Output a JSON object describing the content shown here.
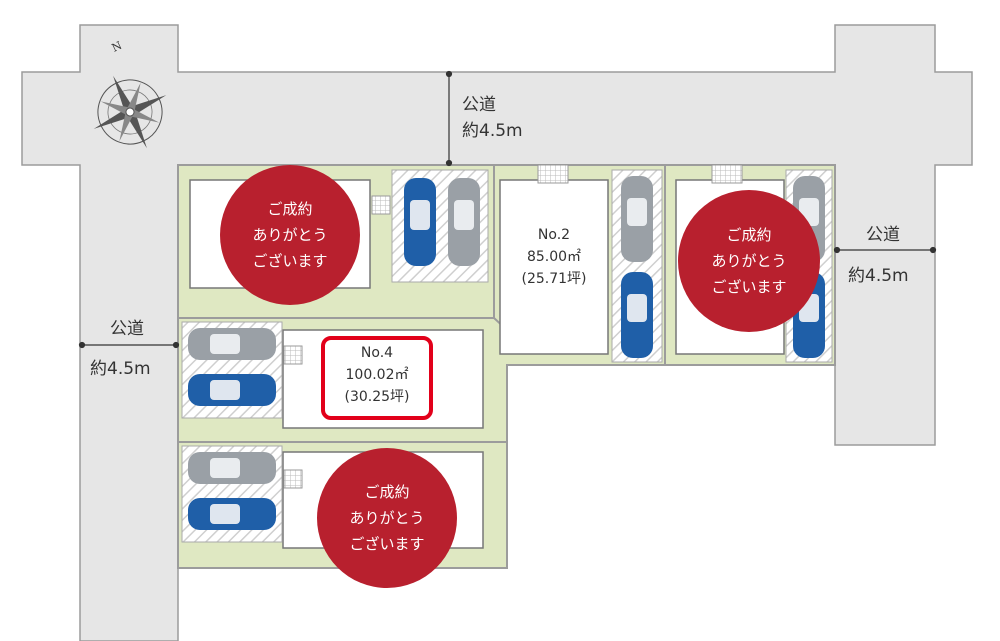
{
  "roads": {
    "north": {
      "name": "公道",
      "width": "約4.5m"
    },
    "east": {
      "name": "公道",
      "width": "約4.5m"
    },
    "west": {
      "name": "公道",
      "width": "約4.5m"
    }
  },
  "compass": {
    "label": "N"
  },
  "lots": {
    "lot2": {
      "number": "No.2",
      "area_sqm": "85.00㎡",
      "area_tsubo": "(25.71坪)"
    },
    "lot4": {
      "number": "No.4",
      "area_sqm": "100.02㎡",
      "area_tsubo": "(30.25坪)"
    }
  },
  "sold_badge": {
    "line1": "ご成約",
    "line2": "ありがとう",
    "line3": "ございます"
  },
  "colors": {
    "road": "#e6e6e6",
    "lot_green": "#dfe8c2",
    "sold_red": "#b8202e",
    "highlight_red": "#e2001a",
    "car_blue": "#1f5fa8",
    "car_gray": "#9aa0a6"
  }
}
